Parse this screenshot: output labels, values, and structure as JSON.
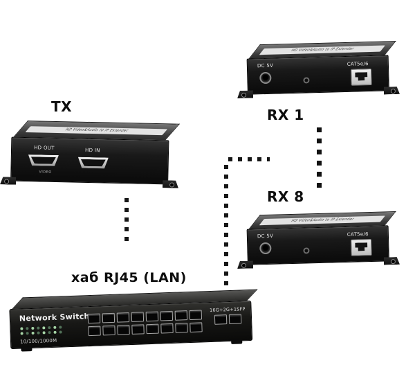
{
  "labels": {
    "tx": "TX",
    "rx1": "RX 1",
    "rx8": "RX 8",
    "hub": "хаб RJ45 (LAN)"
  },
  "extender": {
    "top_text": "HD Video&Audio to IP Extender",
    "dc_label": "DC 5V",
    "lan_label": "CAT5e/6",
    "hd_out": "HD OUT",
    "hd_in": "HD IN",
    "video": "VIDEO"
  },
  "switch": {
    "name": "Network Switch",
    "speed": "10/100/1000M",
    "uplink_label": "16G+2G+1SFP",
    "ports_per_row": "8",
    "uplink_ports": "2",
    "leds_per_row": "8"
  }
}
